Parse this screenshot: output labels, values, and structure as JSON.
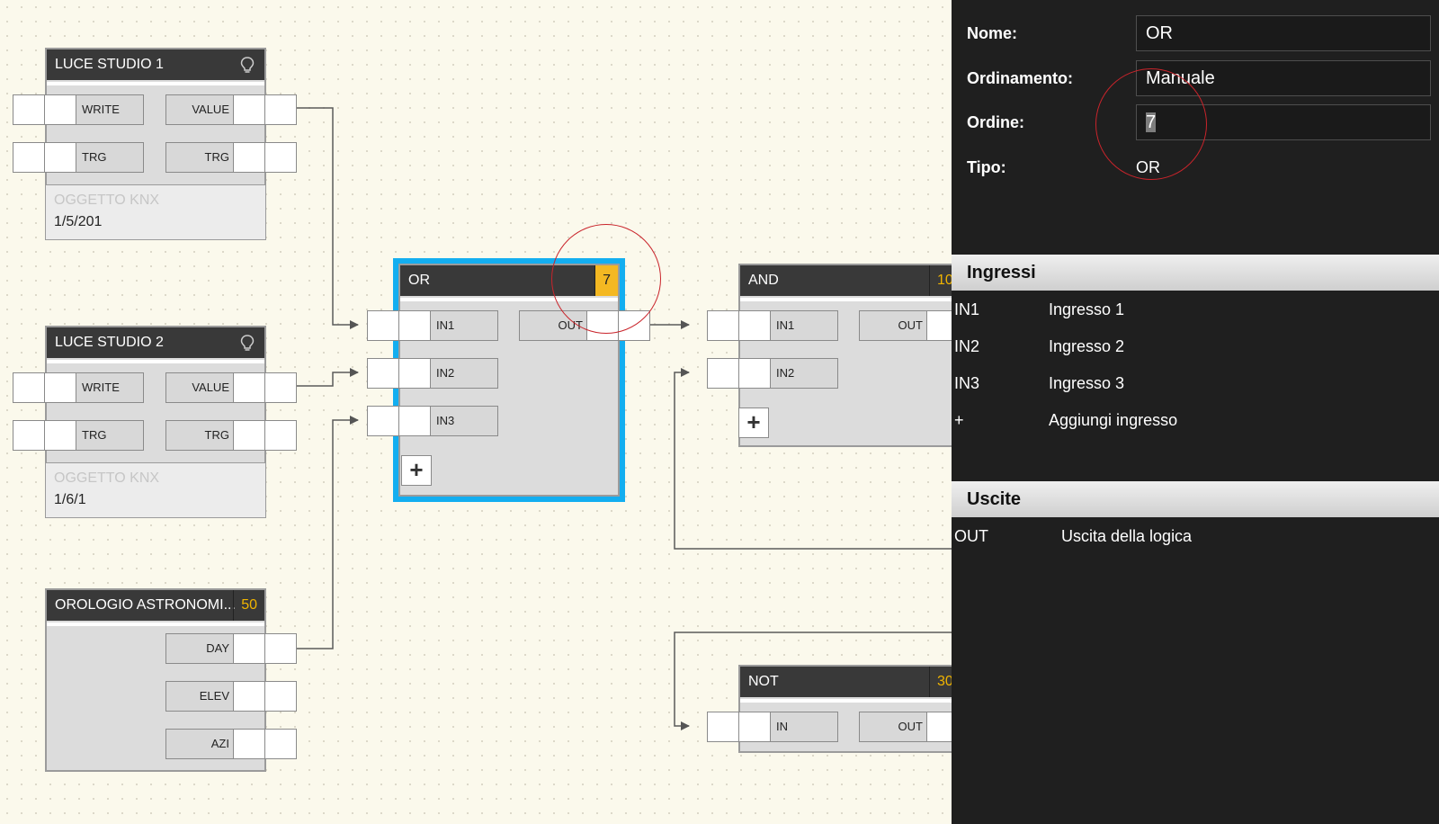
{
  "canvas": {
    "nodes": {
      "luce1": {
        "title": "LUCE STUDIO 1",
        "icon": "bulb-icon",
        "inputs": [
          "WRITE",
          "TRG"
        ],
        "outputs": [
          "VALUE",
          "TRG"
        ],
        "info_caption": "OGGETTO KNX",
        "info_address": "1/5/201"
      },
      "luce2": {
        "title": "LUCE STUDIO 2",
        "icon": "bulb-icon",
        "inputs": [
          "WRITE",
          "TRG"
        ],
        "outputs": [
          "VALUE",
          "TRG"
        ],
        "info_caption": "OGGETTO KNX",
        "info_address": "1/6/1"
      },
      "orologio": {
        "title": "OROLOGIO ASTRONOMI...",
        "badge": "50",
        "outputs": [
          "DAY",
          "ELEV",
          "AZI"
        ]
      },
      "or": {
        "title": "OR",
        "badge": "7",
        "inputs": [
          "IN1",
          "IN2",
          "IN3"
        ],
        "outputs": [
          "OUT"
        ],
        "add_label": "+"
      },
      "and": {
        "title": "AND",
        "badge": "10",
        "inputs": [
          "IN1",
          "IN2"
        ],
        "outputs": [
          "OUT"
        ],
        "add_label": "+"
      },
      "not": {
        "title": "NOT",
        "badge": "30",
        "inputs": [
          "IN"
        ],
        "outputs": [
          "OUT"
        ]
      }
    },
    "colors": {
      "selected_border": "#13aef0",
      "badge_active": "#f4b822",
      "badge_text": "#f0b400",
      "annotation": "#c9242b"
    }
  },
  "panel": {
    "properties": {
      "name_label": "Nome:",
      "name_value": "OR",
      "order_mode_label": "Ordinamento:",
      "order_mode_value": "Manuale",
      "order_label": "Ordine:",
      "order_value": "7",
      "type_label": "Tipo:",
      "type_value": "OR"
    },
    "inputs_title": "Ingressi",
    "inputs": [
      {
        "key": "IN1",
        "desc": "Ingresso 1"
      },
      {
        "key": "IN2",
        "desc": "Ingresso 2"
      },
      {
        "key": "IN3",
        "desc": "Ingresso 3"
      },
      {
        "key": "+",
        "desc": "Aggiungi ingresso"
      }
    ],
    "outputs_title": "Uscite",
    "outputs": [
      {
        "key": "OUT",
        "desc": "Uscita della logica"
      }
    ]
  }
}
